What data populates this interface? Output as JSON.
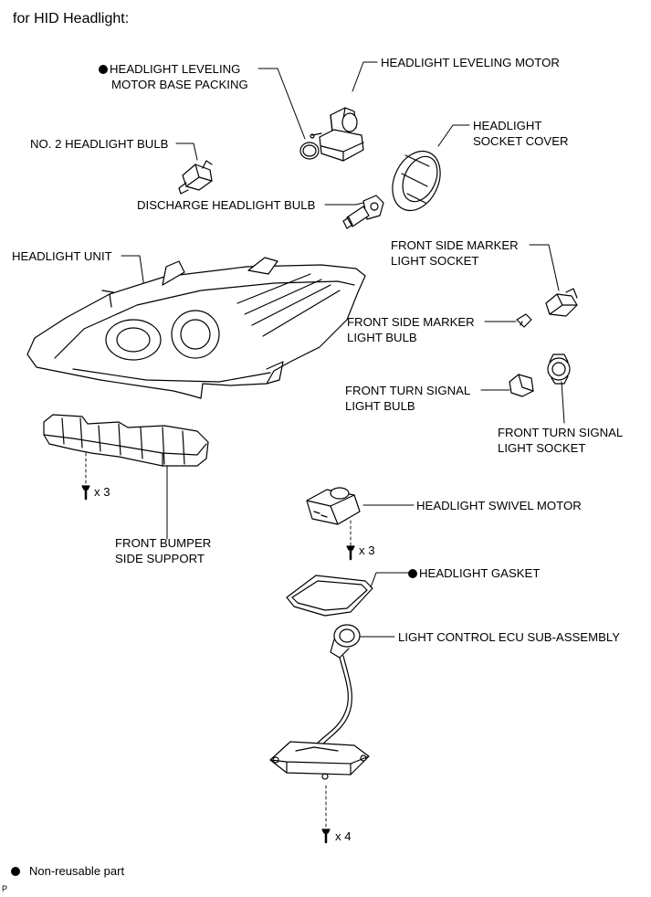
{
  "heading": "for HID Headlight:",
  "labels": {
    "leveling_packing_1": "HEADLIGHT LEVELING",
    "leveling_packing_2": "MOTOR BASE PACKING",
    "leveling_motor": "HEADLIGHT LEVELING MOTOR",
    "no2_bulb": "NO. 2 HEADLIGHT BULB",
    "socket_cover_1": "HEADLIGHT",
    "socket_cover_2": "SOCKET COVER",
    "discharge_bulb": "DISCHARGE HEADLIGHT BULB",
    "headlight_unit": "HEADLIGHT UNIT",
    "marker_socket_1": "FRONT SIDE MARKER",
    "marker_socket_2": "LIGHT SOCKET",
    "marker_bulb_1": "FRONT SIDE MARKER",
    "marker_bulb_2": "LIGHT BULB",
    "turn_bulb_1": "FRONT TURN SIGNAL",
    "turn_bulb_2": "LIGHT BULB",
    "turn_socket_1": "FRONT TURN SIGNAL",
    "turn_socket_2": "LIGHT SOCKET",
    "bumper_support_1": "FRONT BUMPER",
    "bumper_support_2": "SIDE SUPPORT",
    "swivel_motor": "HEADLIGHT SWIVEL MOTOR",
    "gasket": "HEADLIGHT GASKET",
    "ecu": "LIGHT CONTROL ECU SUB-ASSEMBLY"
  },
  "quantities": {
    "support_screws": "x 3",
    "swivel_screws": "x 3",
    "ecu_screws": "x 4"
  },
  "legend": {
    "nonreusable": "Non-reusable part"
  },
  "page_mark": "P"
}
